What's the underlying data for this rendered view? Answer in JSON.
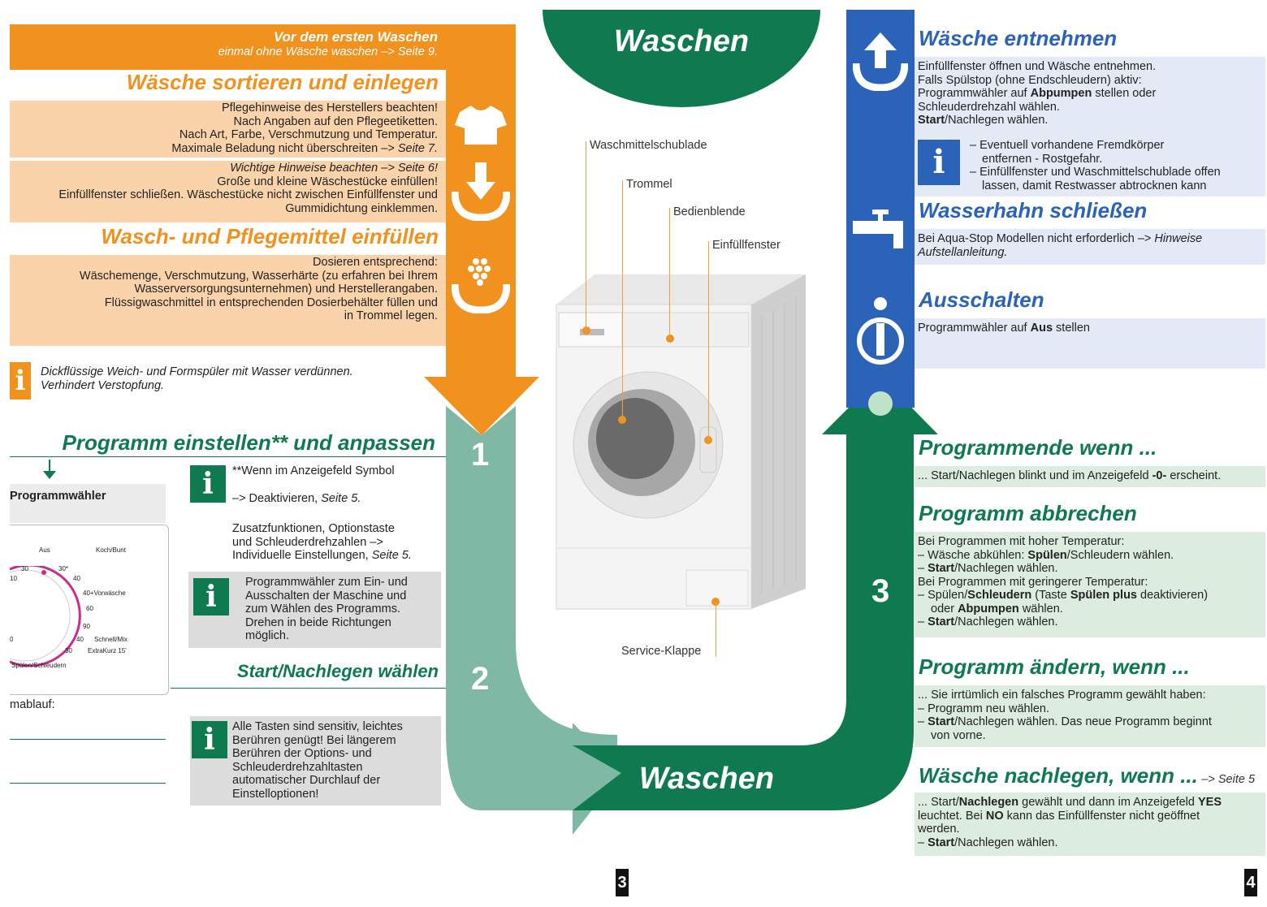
{
  "center": {
    "top_title": "Waschen",
    "bottom_title": "Waschen",
    "labels": {
      "waschmittelschublade": "Waschmittelschublade",
      "trommel": "Trommel",
      "bedienblende": "Bedienblende",
      "einfuellfenster": "Einfüllfenster",
      "service_klappe": "Service-Klappe"
    },
    "step1": "1",
    "step2": "2",
    "step3": "3"
  },
  "left": {
    "first_wash": {
      "title": "Vor dem ersten Waschen",
      "subtitle": "einmal ohne Wäsche waschen –> Seite 9."
    },
    "sort": {
      "title": "Wäsche sortieren und einlegen",
      "block1": [
        "Pflegehinweise des Herstellers beachten!",
        "Nach Angaben auf den Pflegeetiketten.",
        "Nach Art, Farbe, Verschmutzung und Temperatur."
      ],
      "block1_last": "Maximale Beladung nicht überschreiten –>",
      "block1_last_ref": "Seite 7.",
      "block2_ref": "Wichtige Hinweise beachten –> Seite 6!",
      "block2": [
        "Große und kleine Wäschestücke einfüllen!",
        "Einfüllfenster schließen. Wäschestücke nicht zwischen Einfüllfenster und",
        "Gummidichtung einklemmen."
      ]
    },
    "detergent": {
      "title": "Wasch- und Pflegemittel einfüllen",
      "lines": [
        "Dosieren entsprechend:",
        "Wäschemenge, Verschmutzung, Wasserhärte (zu erfahren bei Ihrem",
        "Wasserversorgungsunternehmen) und Herstellerangaben.",
        "Flüssigwaschmittel in entsprechenden Dosierbehälter füllen und",
        "in Trommel legen."
      ]
    },
    "note": {
      "icon": "i",
      "line1": "Dickflüssige Weich- und Formspüler mit Wasser verdünnen.",
      "line2": "Verhindert Verstopfung."
    },
    "program": {
      "title": "Programm einstellen** und anpassen",
      "selector_label": "Programmwähler",
      "dial": {
        "aus": "Aus",
        "koch_bunt": "Koch/Bunt",
        "t30a": "30",
        "t30b": "30*",
        "t40a": "40",
        "t40v": "40+Vorwäsche",
        "t60": "60",
        "t90": "90",
        "t10": "10",
        "t0": "0",
        "t40s": "40",
        "schnell": "Schnell/Mix",
        "t30c": "30",
        "extrakurz": "ExtraKurz 15'",
        "spuelen": "Spülen/Schleudern"
      },
      "info1_line1": "**Wenn im Anzeigefeld Symbol",
      "info1_line2": "–> Deaktivieren,",
      "info1_ref": "Seite 5.",
      "extra_lines": [
        "Zusatzfunktionen, Optionstaste",
        "und Schleuderdrehzahlen –>"
      ],
      "extra_last": "Individuelle Einstellungen,",
      "extra_ref": "Seite 5.",
      "info2": [
        "Programmwähler zum Ein- und",
        "Ausschalten der Maschine und",
        "zum Wählen des Programms.",
        "Drehen in beide Richtungen",
        "möglich."
      ],
      "start_title": "Start/Nachlegen wählen",
      "ablauf": "mablauf:",
      "info3": [
        "Alle Tasten sind sensitiv, leichtes",
        "Berühren genügt! Bei längerem",
        "Berühren der Options- und",
        "Schleuderdrehzahltasten",
        "automatischer Durchlauf der",
        "Einstelloptionen!"
      ]
    }
  },
  "right": {
    "remove": {
      "title": "Wäsche entnehmen",
      "l1": "Einfüllfenster öffnen und Wäsche entnehmen.",
      "l2": "Falls Spülstop (ohne Endschleudern) aktiv:",
      "l3a": "Programmwähler auf",
      "l3b": "Abpumpen",
      "l3c": "stellen oder",
      "l4": "Schleuderdrehzahl wählen.",
      "l5a": "Start",
      "l5b": "/Nachlegen wählen.",
      "info": [
        "– Eventuell vorhandene Fremdkörper",
        "entfernen - Rostgefahr.",
        "– Einfüllfenster und Waschmittelschublade offen",
        "lassen, damit Restwasser abtrocknen kann"
      ]
    },
    "tap": {
      "title": "Wasserhahn schließen",
      "text": "Bei Aqua-Stop Modellen nicht erforderlich –>",
      "ref1": "Hinweise",
      "ref2": "Aufstellanleitung."
    },
    "off": {
      "title": "Ausschalten",
      "a": "Programmwähler auf",
      "b": "Aus",
      "c": "stellen"
    },
    "end": {
      "title": "Programmende wenn ...",
      "a": "... Start/Nachlegen blinkt und im Anzeigefeld",
      "b": "-0-",
      "c": "erscheint."
    },
    "abort": {
      "title": "Programm abbrechen",
      "l1": "Bei Programmen mit hoher Temperatur:",
      "l2a": "– Wäsche abkühlen:",
      "l2b": "Spülen",
      "l2c": "/Schleudern wählen.",
      "l3a": "– ",
      "l3b": "Start",
      "l3c": "/Nachlegen wählen.",
      "l4": "Bei Programmen mit geringerer Temperatur:",
      "l5a": "– Spülen/",
      "l5b": "Schleudern",
      "l5c": "(Taste",
      "l5d": "Spülen plus",
      "l5e": "deaktivieren)",
      "l6a": "oder",
      "l6b": "Abpumpen",
      "l6c": "wählen.",
      "l7a": "– ",
      "l7b": "Start",
      "l7c": "/Nachlegen wählen."
    },
    "change": {
      "title": "Programm ändern, wenn ...",
      "l1": "... Sie irrtümlich ein falsches Programm gewählt haben:",
      "l2": "– Programm neu wählen.",
      "l3a": "– ",
      "l3b": "Start",
      "l3c": "/Nachlegen wählen. Das neue Programm beginnt",
      "l4": "von vorne."
    },
    "reload": {
      "title": "Wäsche nachlegen, wenn ...",
      "ref": "–> Seite 5",
      "l1a": "... Start/",
      "l1b": "Nachlegen",
      "l1c": "gewählt und dann im Anzeigefeld",
      "l1d": "YES",
      "l2a": "leuchtet. Bei",
      "l2b": "NO",
      "l2c": "kann das Einfüllfenster nicht geöffnet",
      "l3": "werden.",
      "l4a": "– ",
      "l4b": "Start",
      "l4c": "/Nachlegen wählen."
    }
  },
  "pages": {
    "left": "3",
    "right": "4"
  },
  "colors": {
    "orange": "#f0921d",
    "peach": "#fbd3ab",
    "green": "#0f7a50",
    "teal": "#7fb8a4",
    "blue": "#2a63b8",
    "lightblue": "#e3eaf6",
    "lightgreen": "#dcecdf"
  }
}
